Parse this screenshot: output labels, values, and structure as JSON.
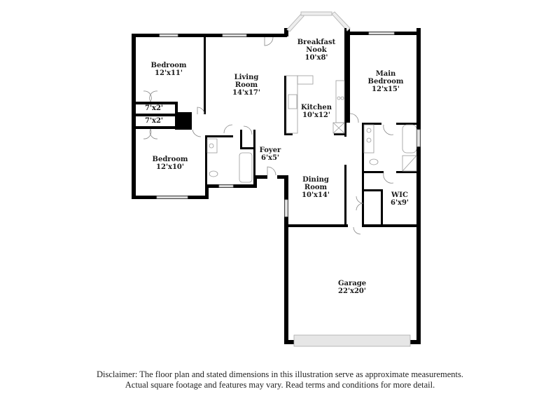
{
  "rooms": [
    {
      "id": "bedroom-1",
      "name": "Bedroom",
      "dims": "12'x11'"
    },
    {
      "id": "closet-1",
      "name": "",
      "dims": "7'x2'"
    },
    {
      "id": "closet-2",
      "name": "",
      "dims": "7'x2'"
    },
    {
      "id": "bedroom-2",
      "name": "Bedroom",
      "dims": "12'x10'"
    },
    {
      "id": "living-room",
      "name_line1": "Living",
      "name_line2": "Room",
      "dims": "14'x17'"
    },
    {
      "id": "breakfast-nook",
      "name_line1": "Breakfast",
      "name_line2": "Nook",
      "dims": "10'x8'"
    },
    {
      "id": "kitchen",
      "name": "Kitchen",
      "dims": "10'x12'"
    },
    {
      "id": "main-bedroom",
      "name_line1": "Main",
      "name_line2": "Bedroom",
      "dims": "12'x15'"
    },
    {
      "id": "foyer",
      "name": "Foyer",
      "dims": "6'x5'"
    },
    {
      "id": "dining-room",
      "name_line1": "Dining",
      "name_line2": "Room",
      "dims": "10'x14'"
    },
    {
      "id": "wic",
      "name": "WIC",
      "dims": "6'x9'"
    },
    {
      "id": "garage",
      "name": "Garage",
      "dims": "22'x20'"
    }
  ],
  "disclaimer": {
    "line1": "Disclaimer: The floor plan and stated dimensions in this illustration serve as approximate measurements.",
    "line2": "Actual square footage and features may vary. Read terms and conditions for more detail."
  },
  "colors": {
    "wall": "#000000",
    "fixture": "#9a9a9a",
    "window": "#c8c8c8",
    "background": "#ffffff"
  }
}
